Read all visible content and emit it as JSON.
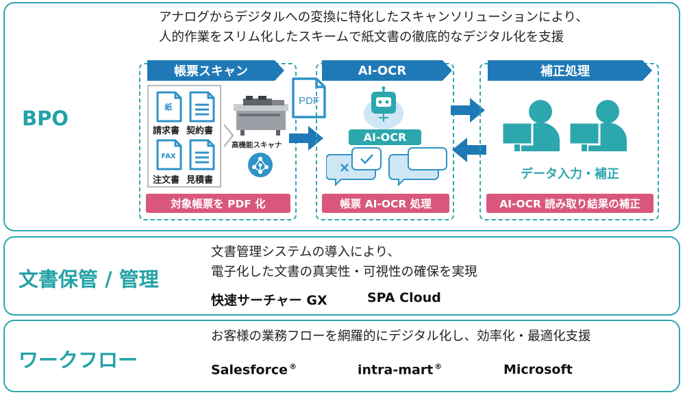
{
  "bpo": {
    "label": "BPO",
    "intro_line1": "アナログからデジタルへの変換に特化したスキャンソリューションにより、",
    "intro_line2": "人的作業をスリム化したスキームで紙文書の徹底的なデジタル化を支援",
    "scan": {
      "title": "帳票スキャン",
      "docs": [
        {
          "glyph": "紙",
          "label": "請求書"
        },
        {
          "glyph": "",
          "label": "契約書"
        },
        {
          "glyph": "FAX",
          "label": "注文書"
        },
        {
          "glyph": "",
          "label": "見積書"
        }
      ],
      "scanner_label": "高機能スキャナ",
      "pdf_label": "PDF",
      "bottom": "対象帳票を PDF 化"
    },
    "ocr": {
      "title": "AI-OCR",
      "badge": "AI-OCR",
      "bottom": "帳票 AI-OCR 処理"
    },
    "correction": {
      "title": "補正処理",
      "caption": "データ入力・補正",
      "bottom": "AI-OCR 読み取り結果の補正"
    }
  },
  "storage": {
    "label": "文書保管 / 管理",
    "line1": "文書管理システムの導入により、",
    "line2": "電子化した文書の真実性・可視性の確保を実現",
    "products": [
      "快速サーチャー GX",
      "SPA Cloud"
    ]
  },
  "workflow": {
    "label": "ワークフロー",
    "line1": "お客様の業務フローを網羅的にデジタル化し、効率化・最適化支援",
    "products": [
      "Salesforce",
      "intra-mart",
      "Microsoft"
    ],
    "reg_mark": "®"
  },
  "colors": {
    "teal": "#2ba7ad",
    "banner": "#1f79b6",
    "arrow": "#1f79b6",
    "pink": "#d9577d",
    "light_blue": "#cfe6f5"
  }
}
